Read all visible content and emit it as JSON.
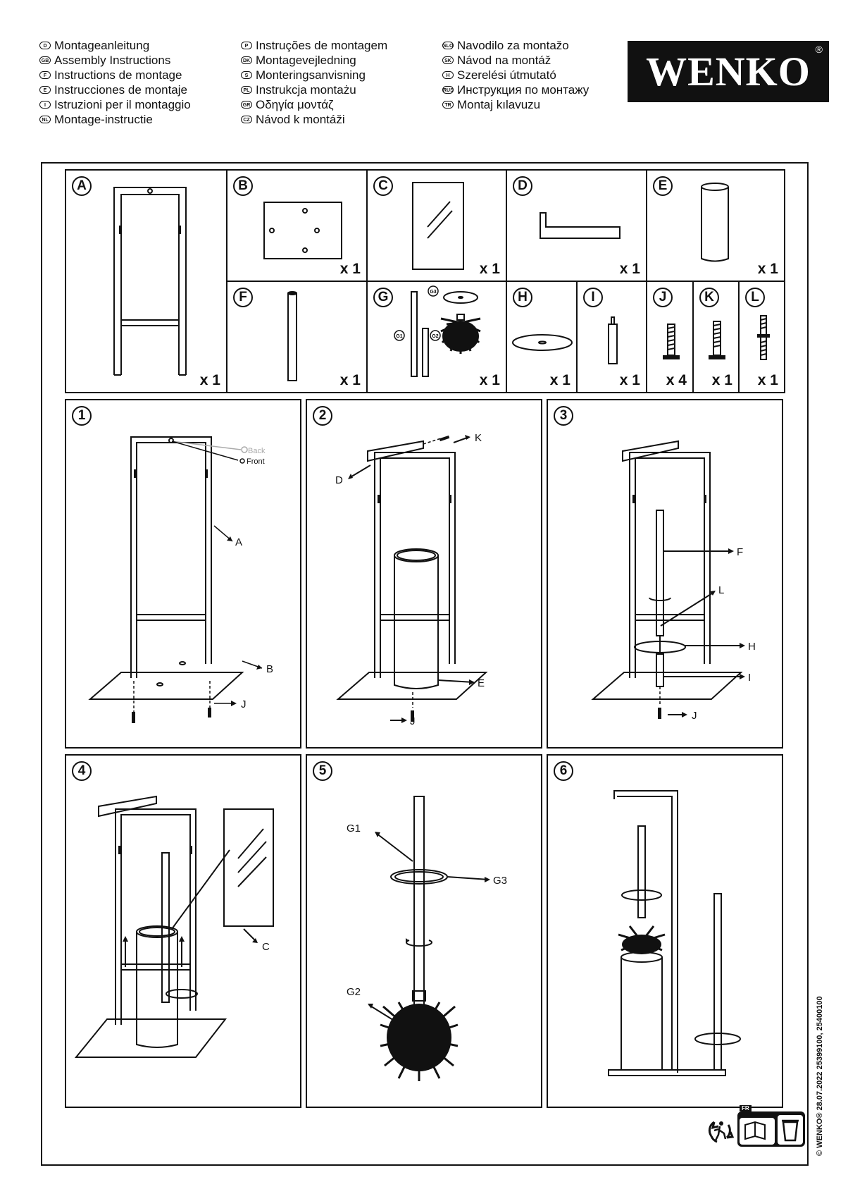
{
  "header": {
    "col1": [
      {
        "code": "D",
        "text": "Montageanleitung"
      },
      {
        "code": "GB",
        "text": "Assembly Instructions"
      },
      {
        "code": "F",
        "text": "Instructions de montage"
      },
      {
        "code": "E",
        "text": "Instrucciones de montaje"
      },
      {
        "code": "I",
        "text": "Istruzioni per il montaggio"
      },
      {
        "code": "NL",
        "text": "Montage-instructie"
      }
    ],
    "col2": [
      {
        "code": "P",
        "text": "Instruções de montagem"
      },
      {
        "code": "DK",
        "text": "Montagevejledning"
      },
      {
        "code": "S",
        "text": "Monteringsanvisning"
      },
      {
        "code": "PL",
        "text": "Instrukcja montażu"
      },
      {
        "code": "GR",
        "text": "Οδηγία μοντάζ"
      },
      {
        "code": "CZ",
        "text": "Návod k montáži"
      }
    ],
    "col3": [
      {
        "code": "SLO",
        "text": "Navodilo za montažo"
      },
      {
        "code": "SK",
        "text": "Návod na montáž"
      },
      {
        "code": "H",
        "text": "Szerelési útmutató"
      },
      {
        "code": "RUS",
        "text": "Инструкция по монтажу"
      },
      {
        "code": "TR",
        "text": "Montaj kılavuzu"
      }
    ]
  },
  "logo": {
    "text": "WENKO",
    "mark": "®"
  },
  "parts": {
    "A": {
      "label": "A",
      "qty": "x 1"
    },
    "B": {
      "label": "B",
      "qty": "x 1"
    },
    "C": {
      "label": "C",
      "qty": "x 1"
    },
    "D": {
      "label": "D",
      "qty": "x 1"
    },
    "E": {
      "label": "E",
      "qty": "x 1"
    },
    "F": {
      "label": "F",
      "qty": "x 1"
    },
    "G": {
      "label": "G",
      "qty": "x 1",
      "sub": [
        "G1",
        "G2",
        "G3"
      ]
    },
    "H": {
      "label": "H",
      "qty": "x 1"
    },
    "I": {
      "label": "I",
      "qty": "x 1"
    },
    "J": {
      "label": "J",
      "qty": "x 4"
    },
    "K": {
      "label": "K",
      "qty": "x 1"
    },
    "L": {
      "label": "L",
      "qty": "x 1"
    }
  },
  "steps": {
    "s1": {
      "num": "1",
      "back": "Back",
      "front": "Front",
      "a": "A",
      "b": "B",
      "j": "J"
    },
    "s2": {
      "num": "2",
      "k": "K",
      "d": "D",
      "e": "E",
      "j": "J"
    },
    "s3": {
      "num": "3",
      "f": "F",
      "l": "L",
      "h": "H",
      "i": "I",
      "j": "J"
    },
    "s4": {
      "num": "4",
      "c": "C"
    },
    "s5": {
      "num": "5",
      "g1": "G1",
      "g3": "G3",
      "g2": "G2"
    },
    "s6": {
      "num": "6"
    }
  },
  "footer": {
    "side_text": "© WENKO® 28.07.2022 25399100, 25400100",
    "fr_badge": "FR",
    "icons": [
      "triman-icon",
      "sorting-info-icon",
      "recycle-bin-icon"
    ]
  }
}
